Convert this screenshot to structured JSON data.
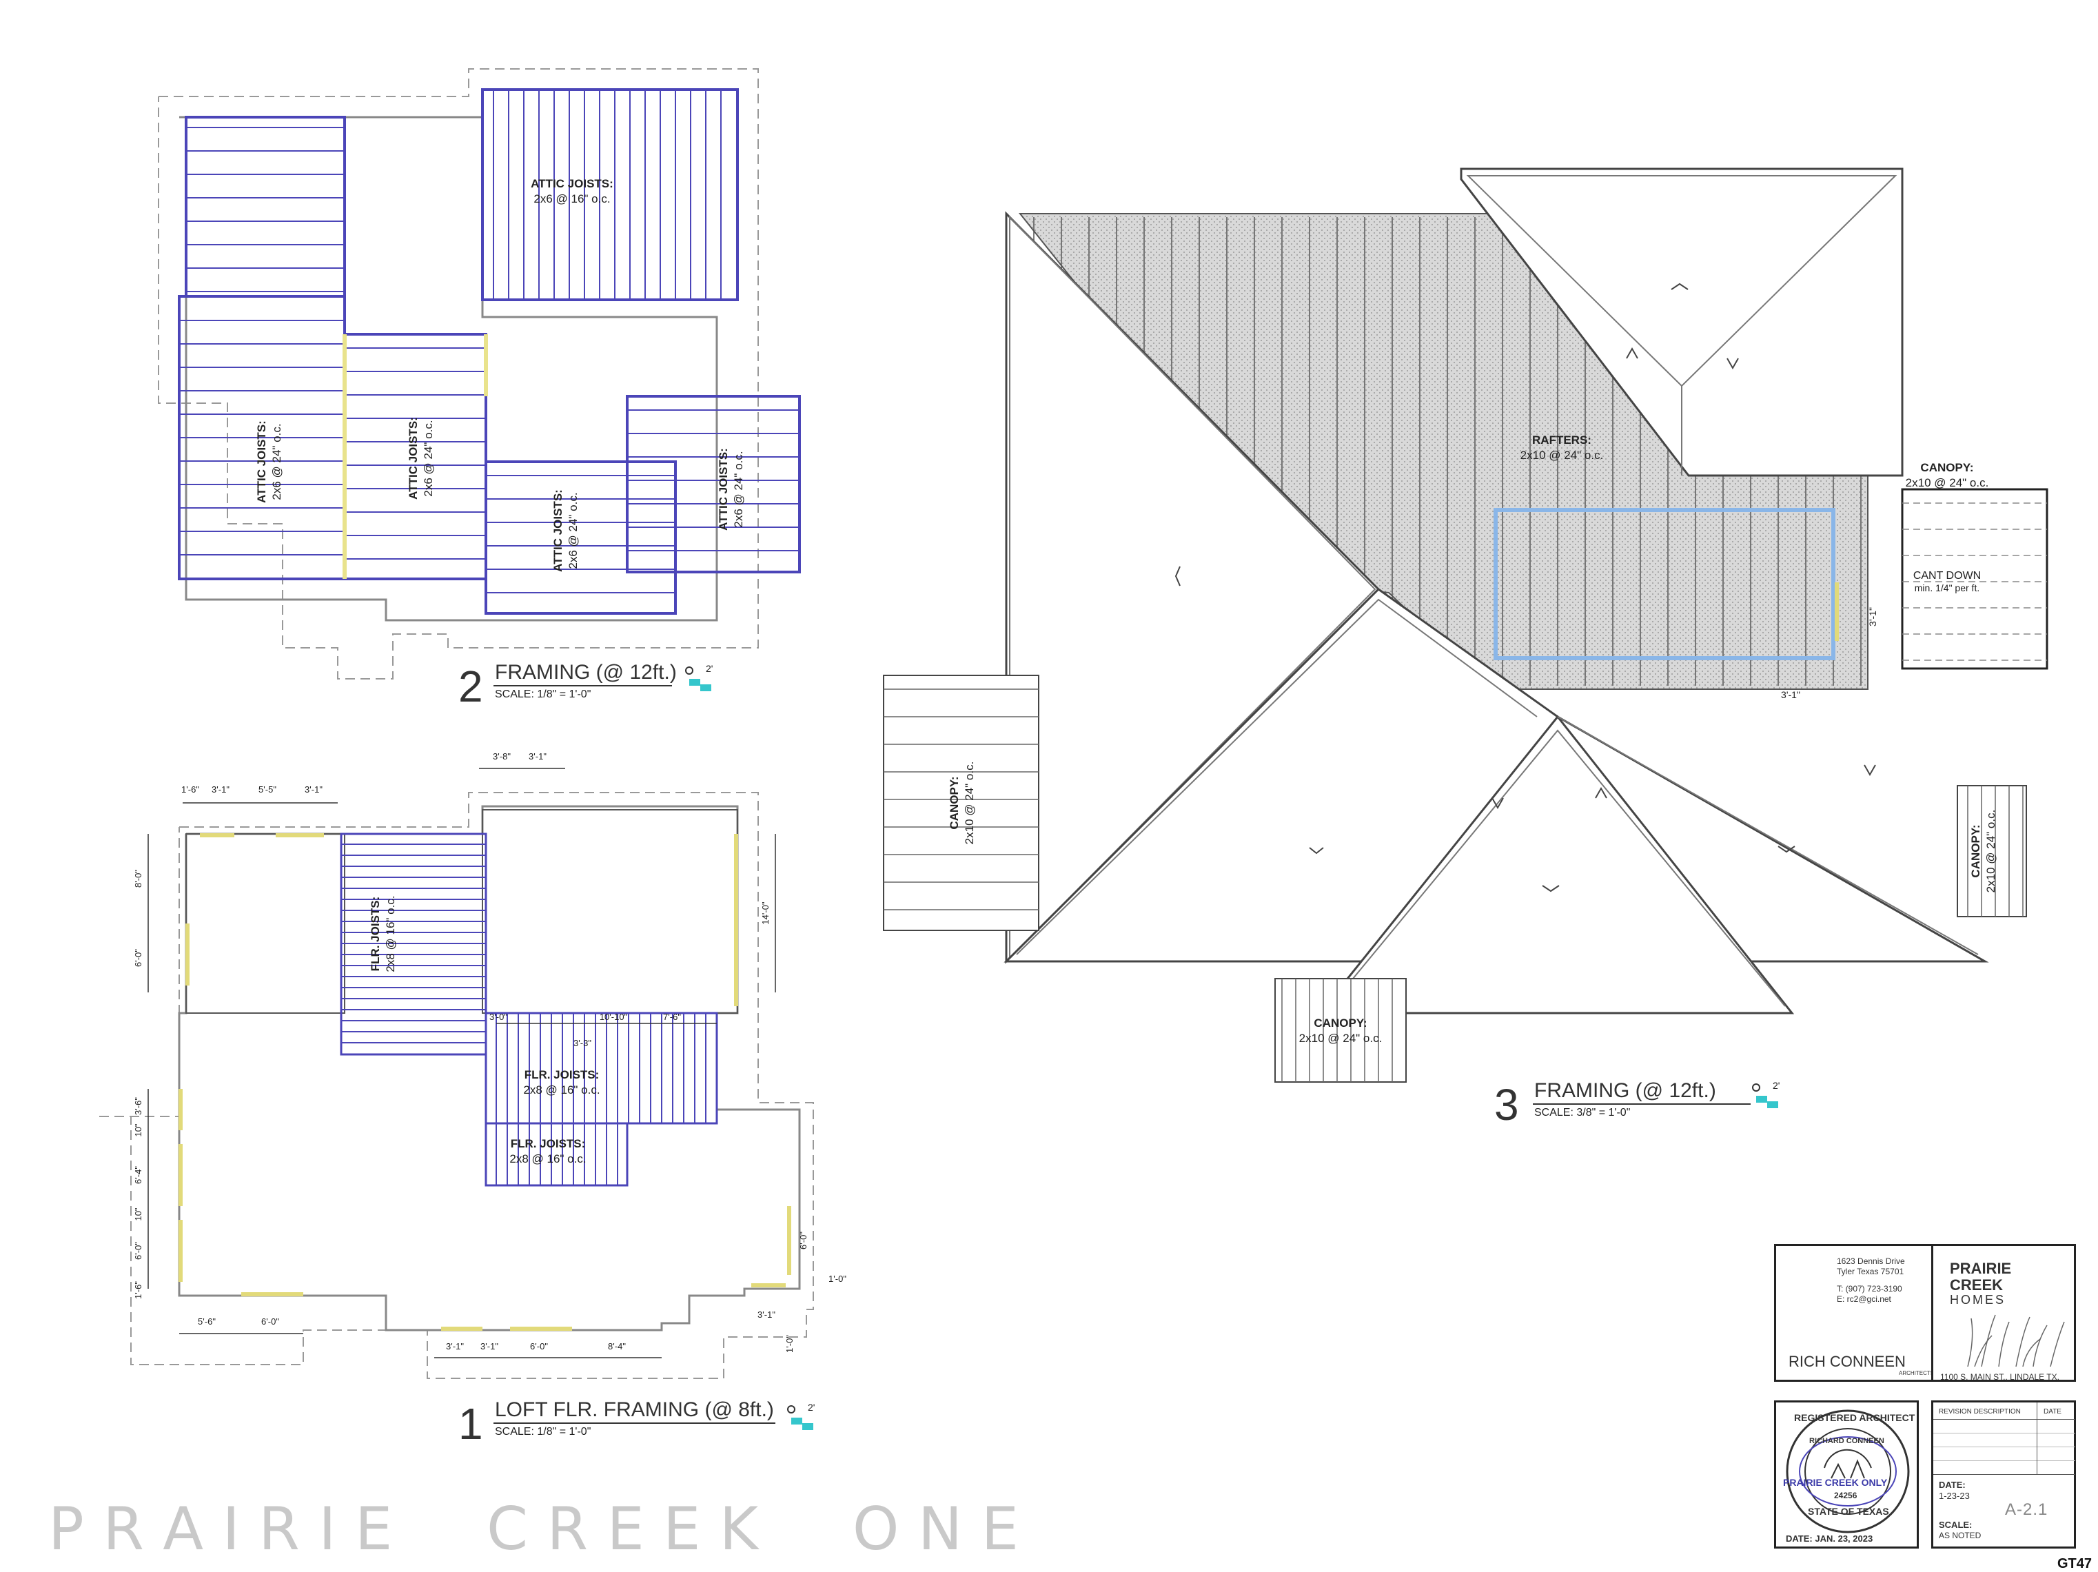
{
  "drawing1": {
    "number": "1",
    "title": "LOFT FLR. FRAMING (@ 8ft.)",
    "scale": "SCALE:  1/8\" = 1'-0\"",
    "north": "2'",
    "labels": {
      "flr_joists_a": "FLR. JOISTS:",
      "flr_joists_a_spec": "2x8 @ 16\" o.c.",
      "flr_joists_b": "FLR. JOISTS:",
      "flr_joists_b_spec": "2x8 @ 16\" o.c.",
      "flr_joists_c": "FLR. JOISTS:",
      "flr_joists_c_spec": "2x8 @ 16\" o.c."
    },
    "dims": [
      "1'-6\"",
      "3'-1\"",
      "5'-5\"",
      "3'-1\"",
      "3'-8\"",
      "3'-1\"",
      "8'-0\"",
      "6'-0\"",
      "14'-0\"",
      "3'-0\"",
      "10'-10\"",
      "7'-6\"",
      "3'-3\"",
      "3'-6\"",
      "10\"",
      "6'-4\"",
      "10\"",
      "6'-0\"",
      "1'-6\"",
      "5'-6\"",
      "6'-0\"",
      "3'-1\"",
      "3'-1\"",
      "6'-0\"",
      "8'-4\"",
      "6'-0\"",
      "1'-0\"",
      "3'-1\"",
      "1'-0\""
    ]
  },
  "drawing2": {
    "number": "2",
    "title": "FRAMING (@ 12ft.)",
    "scale": "SCALE:  1/8\" = 1'-0\"",
    "north": "2'",
    "labels": {
      "attic_top": "ATTIC JOISTS:",
      "attic_top_spec": "2x6 @ 16\" o.c.",
      "attic_1": "ATTIC JOISTS:",
      "attic_1_spec": "2x6 @ 24\" o.c.",
      "attic_2": "ATTIC JOISTS:",
      "attic_2_spec": "2x6 @ 24\" o.c.",
      "attic_3": "ATTIC JOISTS:",
      "attic_3_spec": "2x6 @ 24\" o.c.",
      "attic_4": "ATTIC JOISTS:",
      "attic_4_spec": "2x6 @ 24\" o.c."
    }
  },
  "drawing3": {
    "number": "3",
    "title": "FRAMING (@ 12ft.)",
    "scale": "SCALE:  3/8\" = 1'-0\"",
    "north": "2'",
    "labels": {
      "rafters": "RAFTERS:",
      "rafters_spec": "2x10 @ 24\" o.c.",
      "canopy_r": "CANOPY:",
      "canopy_r_spec": "2x10 @ 24\" o.c.",
      "cant_down": "CANT DOWN",
      "cant_down_spec": "min. 1/4\" per ft.",
      "canopy_l": "CANOPY:",
      "canopy_l_spec": "2x10 @ 24\" o.c.",
      "canopy_br": "CANOPY:",
      "canopy_br_spec": "2x10 @ 24\" o.c.",
      "canopy_b": "CANOPY:",
      "canopy_b_spec": "2x10 @ 24\" o.c."
    },
    "dims": [
      "3'-1\"",
      "3'-1\""
    ]
  },
  "watermark": "P R A I R I E     C R E E K     O N E",
  "titleblock": {
    "address_line1": "1623 Dennis Drive",
    "address_line2": "Tyler Texas 75701",
    "phone": "T: (907) 723-3190",
    "email": "E: rc2@gci.net",
    "architect": "RICH CONNEEN",
    "architect_sub": "ARCHITECTS",
    "client_line1": "PRAIRIE",
    "client_line2": "CREEK",
    "client_line3": "HOMES",
    "client_address": "1100  S. MAIN ST.,  LINDALE TX.",
    "seal_top": "REGISTERED ARCHITECT",
    "seal_name": "RICHARD CONNEEN",
    "seal_number": "24256",
    "seal_bottom": "STATE OF TEXAS",
    "seal_overlay": "PRAIRIE CREEK ONLY",
    "seal_date": "DATE: JAN. 23, 2023",
    "revision_header": "REVISION DESCRIPTION",
    "revision_date_header": "DATE",
    "date_label": "DATE:",
    "date_value": "1-23-23",
    "scale_label": "SCALE:",
    "scale_value": "AS NOTED",
    "sheet": "A-2.1",
    "footer_tag": "GT47"
  }
}
